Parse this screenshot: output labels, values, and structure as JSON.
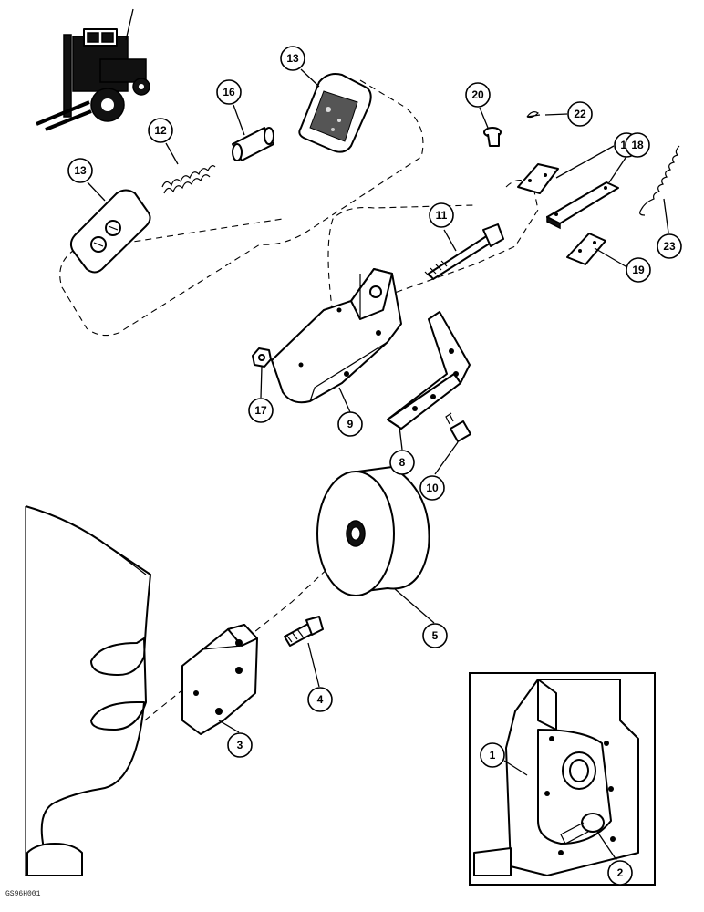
{
  "figure_code": "GS96H001",
  "callouts": {
    "c1": "1",
    "c2": "2",
    "c3": "3",
    "c4": "4",
    "c5": "5",
    "c8": "8",
    "c9": "9",
    "c10": "10",
    "c11": "11",
    "c12": "12",
    "c13a": "13",
    "c13b": "13",
    "c16": "16",
    "c17": "17",
    "c18": "18",
    "c19a": "19",
    "c19b": "19",
    "c20": "20",
    "c22": "22",
    "c23": "23"
  }
}
